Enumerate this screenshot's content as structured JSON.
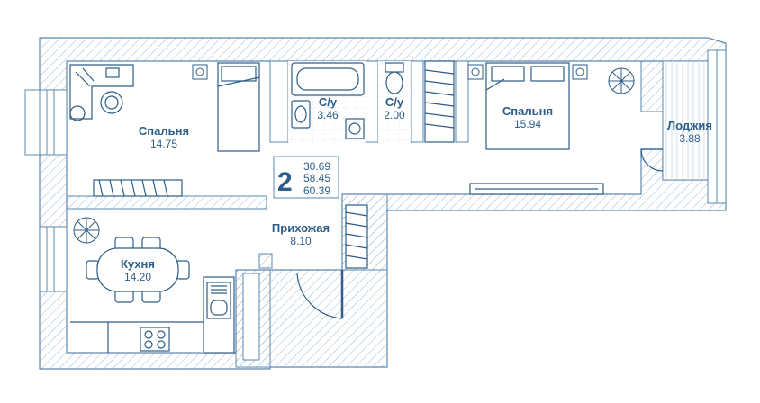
{
  "colors": {
    "line": "#5a88b0",
    "dark": "#2d5d88",
    "hatch": "#9db8cf",
    "fill": "#ffffff"
  },
  "summary": {
    "rooms": "2",
    "living_area": "30.69",
    "total_area": "58.45",
    "total_with_loggia": "60.39"
  },
  "rooms": {
    "bedroom1": {
      "name": "Спальня",
      "area": "14.75"
    },
    "bathroom1": {
      "name": "С/у",
      "area": "3.46"
    },
    "bathroom2": {
      "name": "С/у",
      "area": "2.00"
    },
    "bedroom2": {
      "name": "Спальня",
      "area": "15.94"
    },
    "loggia": {
      "name": "Лоджия",
      "area": "3.88"
    },
    "hallway": {
      "name": "Прихожая",
      "area": "8.10"
    },
    "kitchen": {
      "name": "Кухня",
      "area": "14.20"
    }
  },
  "icons": [
    "plant-icon",
    "bed-icon",
    "bathtub-icon",
    "toilet-icon",
    "sink-icon",
    "wardrobe-icon",
    "desk-icon",
    "dining-table-icon",
    "stove-icon",
    "door-icon",
    "window-icon",
    "socket-icon"
  ]
}
